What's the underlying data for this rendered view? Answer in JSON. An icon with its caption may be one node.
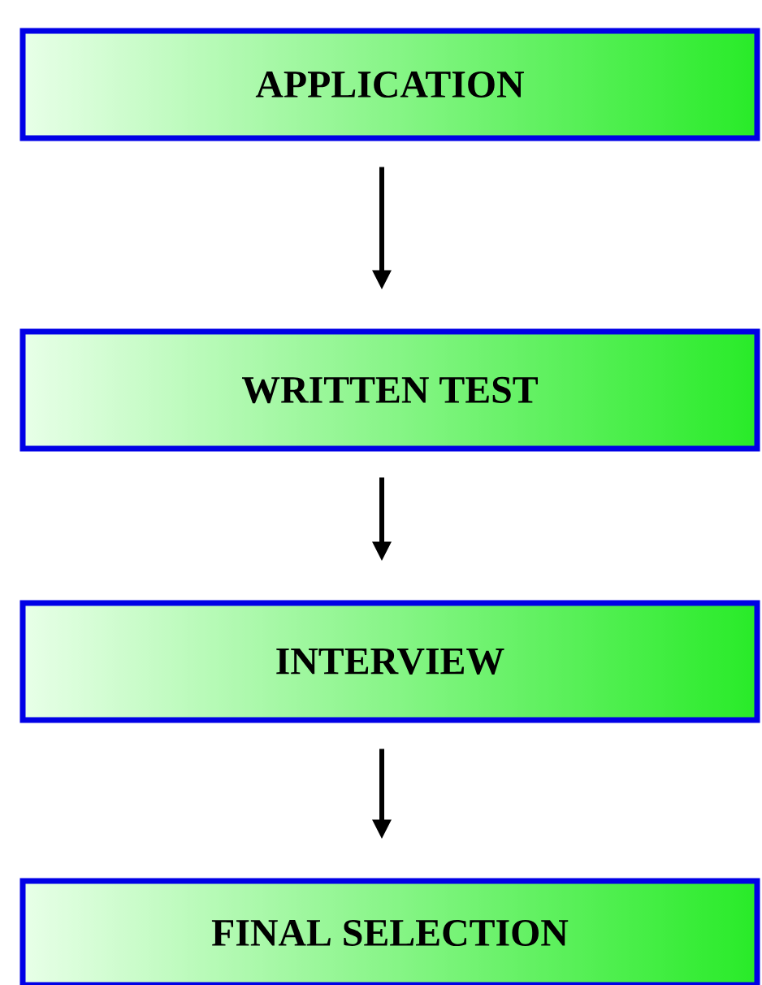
{
  "diagram": {
    "nodes": [
      {
        "text": [
          "APPLICATION"
        ]
      },
      {
        "text": [
          "WRITTEN TEST"
        ]
      },
      {
        "text": [
          "INTERVIEW"
        ]
      },
      {
        "text": [
          "FINAL SELECTION"
        ]
      }
    ],
    "edges": [
      {
        "from": 0,
        "to": 1,
        "arrow": "to"
      },
      {
        "from": 1,
        "to": 2,
        "arrow": "to"
      },
      {
        "from": 2,
        "to": 3,
        "arrow": "to"
      }
    ]
  }
}
